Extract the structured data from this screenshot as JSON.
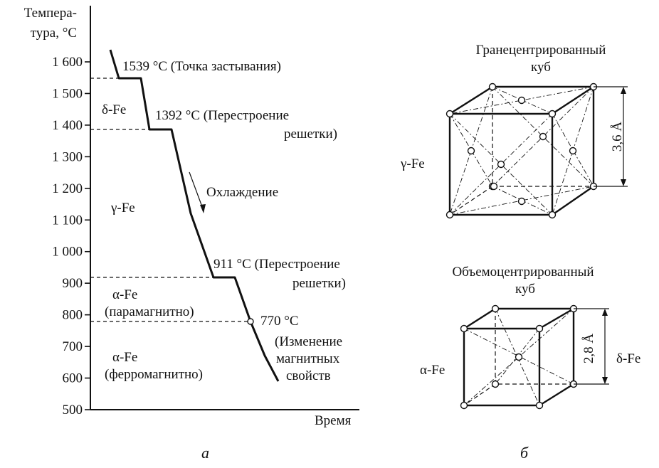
{
  "cooling_diagram": {
    "axis_title_line1": "Темпера-",
    "axis_title_line2": "тура, °С",
    "x_label": "Время",
    "y_ticks": [
      {
        "value": 1600,
        "label": "1 600"
      },
      {
        "value": 1500,
        "label": "1 500"
      },
      {
        "value": 1400,
        "label": "1 400"
      },
      {
        "value": 1300,
        "label": "1 300"
      },
      {
        "value": 1200,
        "label": "1 200"
      },
      {
        "value": 1100,
        "label": "1 100"
      },
      {
        "value": 1000,
        "label": "1 000"
      },
      {
        "value": 900,
        "label": "900"
      },
      {
        "value": 800,
        "label": "800"
      },
      {
        "value": 700,
        "label": "700"
      },
      {
        "value": 600,
        "label": "600"
      },
      {
        "value": 500,
        "label": "500"
      }
    ],
    "plateaus": [
      {
        "temperature": 1539,
        "label": "1539 °С  (Точка застывания)"
      },
      {
        "temperature": 1392,
        "label_line1": "1392 °С  (Перестроение",
        "label_line2": "решетки)"
      },
      {
        "temperature": 911,
        "label_line1": "911 °С  (Перестроение",
        "label_line2": "решетки)"
      },
      {
        "temperature": 770,
        "label": "770 °С",
        "note_line1": "(Изменение",
        "note_line2": "магнитных",
        "note_line3": "свойств"
      }
    ],
    "regions": {
      "delta": "δ-Fe",
      "gamma": "γ-Fe",
      "alpha_para_line1": "α-Fe",
      "alpha_para_line2": "(парамагнитно)",
      "alpha_ferro_line1": "α-Fe",
      "alpha_ferro_line2": "(ферромагнитно)"
    },
    "cooling_label": "Охлаждение",
    "panel_letter": "а"
  },
  "fcc_cell": {
    "title_line1": "Гранецентрированный",
    "title_line2": "куб",
    "phase": "γ-Fe",
    "dimension": "3,6 Å"
  },
  "bcc_cell": {
    "title_line1": "Объемоцентрированный",
    "title_line2": "куб",
    "phase_left": "α-Fe",
    "phase_right": "δ-Fe",
    "dimension": "2,8 Å"
  },
  "panel_letter_right": "б"
}
